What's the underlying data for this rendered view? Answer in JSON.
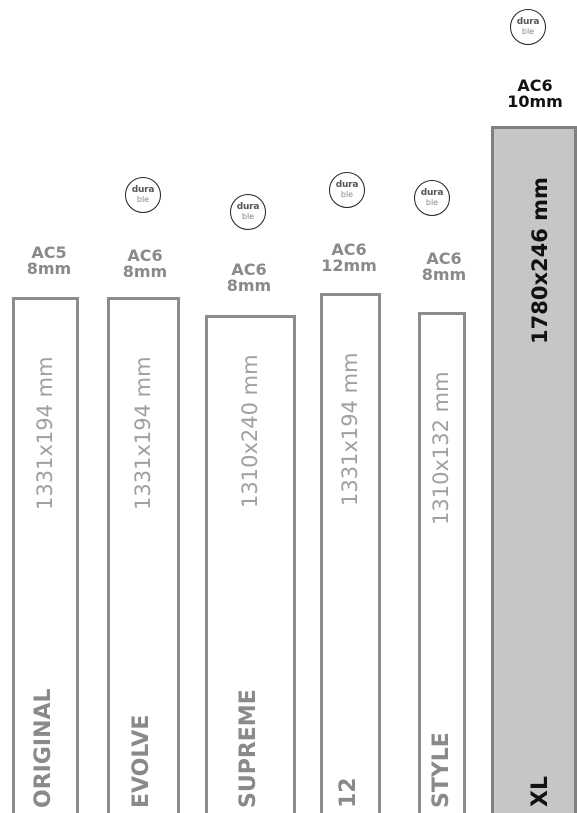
{
  "badge": {
    "line1": "dura",
    "line2": "ble"
  },
  "products": [
    {
      "name": "ORIGINAL",
      "ac": "AC5",
      "thickness": "8mm",
      "dimensions": "1331x194 mm",
      "durable": false
    },
    {
      "name": "EVOLVE",
      "ac": "AC6",
      "thickness": "8mm",
      "dimensions": "1331x194 mm",
      "durable": true
    },
    {
      "name": "SUPREME",
      "ac": "AC6",
      "thickness": "8mm",
      "dimensions": "1310x240 mm",
      "durable": true
    },
    {
      "name": "12",
      "ac": "AC6",
      "thickness": "12mm",
      "dimensions": "1331x194 mm",
      "durable": true
    },
    {
      "name": "STYLE",
      "ac": "AC6",
      "thickness": "8mm",
      "dimensions": "1310x132 mm",
      "durable": true
    },
    {
      "name": "XL",
      "ac": "AC6",
      "thickness": "10mm",
      "dimensions": "1780x246 mm",
      "durable": true
    }
  ],
  "colors": {
    "outline": "#8c8c8c",
    "highlight_fill": "#c6c6c6",
    "muted_text": "#8a8a8a",
    "dark_text": "#111111"
  }
}
